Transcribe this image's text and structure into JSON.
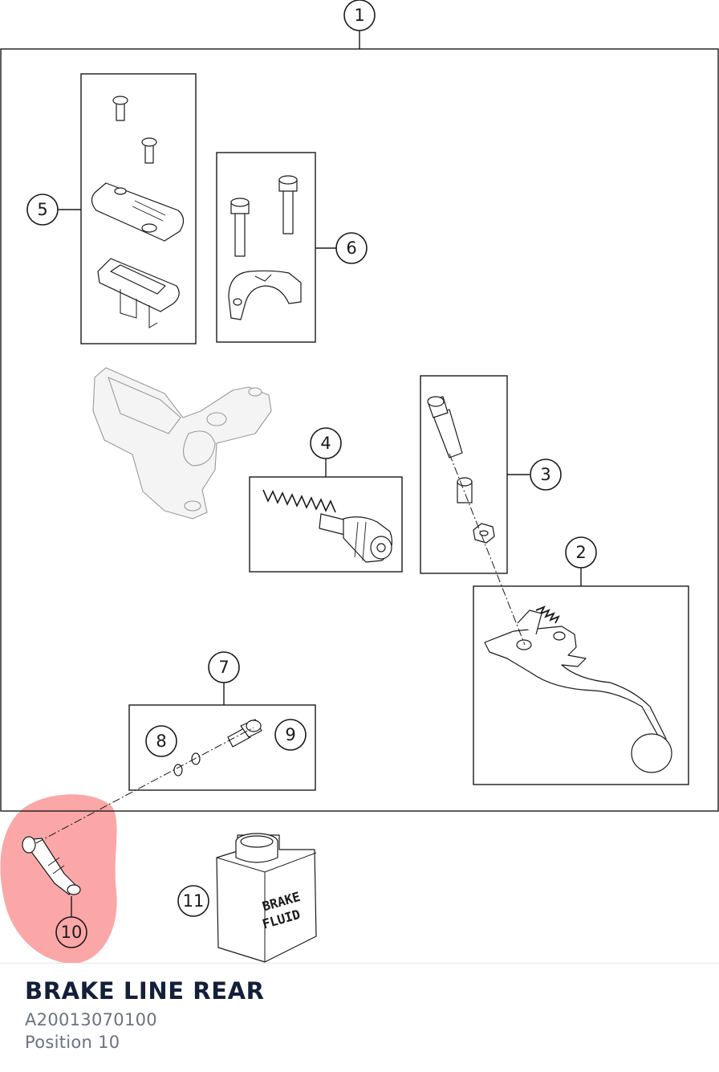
{
  "diagram": {
    "callouts": [
      "1",
      "2",
      "3",
      "4",
      "5",
      "6",
      "7",
      "8",
      "9",
      "10",
      "11"
    ],
    "fluid_label": [
      "BRAKE",
      "FLUID"
    ],
    "highlight_color": "#f87171",
    "line_color": "#1a1a1a"
  },
  "part": {
    "name": "BRAKE LINE REAR",
    "number": "A20013070100",
    "position": "Position 10"
  }
}
